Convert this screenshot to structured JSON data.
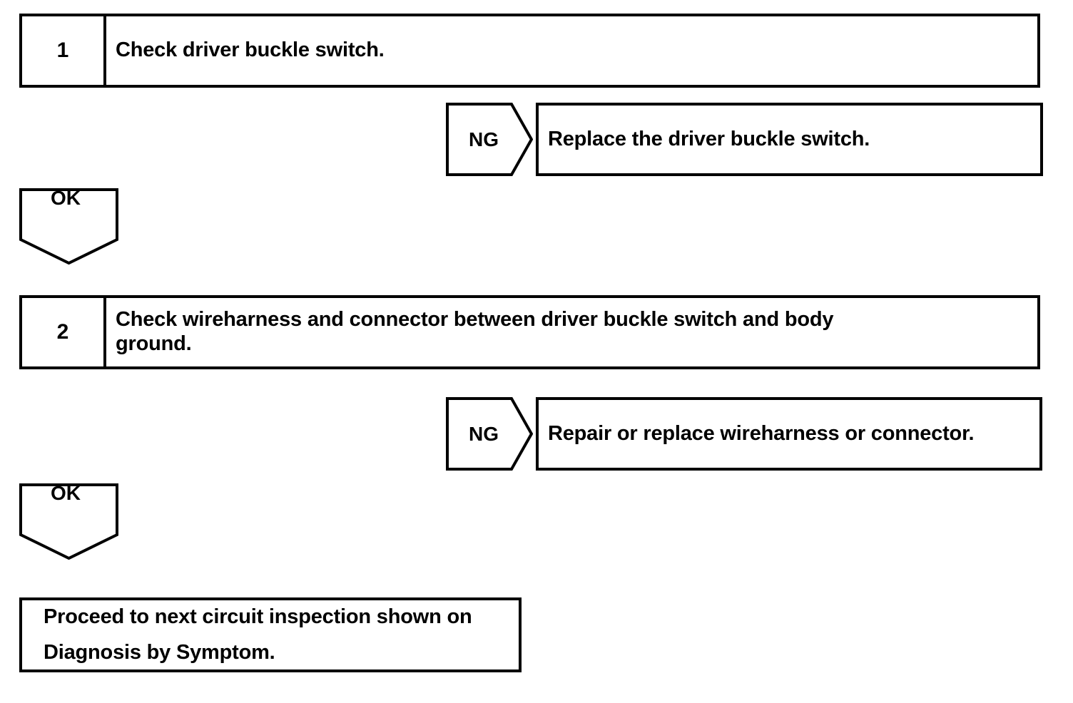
{
  "diagram": {
    "type": "troubleshooting-flowchart",
    "title": "",
    "colors": {
      "stroke": "#000000",
      "fill": "#ffffff",
      "text": "#000000"
    },
    "steps": [
      {
        "number": "1",
        "text": "Check driver buckle switch."
      },
      {
        "number": "2",
        "text_line1": "Check wireharness and connector between driver buckle switch and body",
        "text_line2": "ground."
      }
    ],
    "branches": [
      {
        "label": "NG",
        "action": "Replace the driver buckle switch."
      },
      {
        "label": "NG",
        "action": "Repair or replace wireharness or connector."
      }
    ],
    "connectors": [
      {
        "label": "OK"
      },
      {
        "label": "OK"
      }
    ],
    "final": {
      "text_line1": "Proceed to next circuit inspection shown on",
      "text_line2": "Diagnosis by Symptom."
    }
  }
}
